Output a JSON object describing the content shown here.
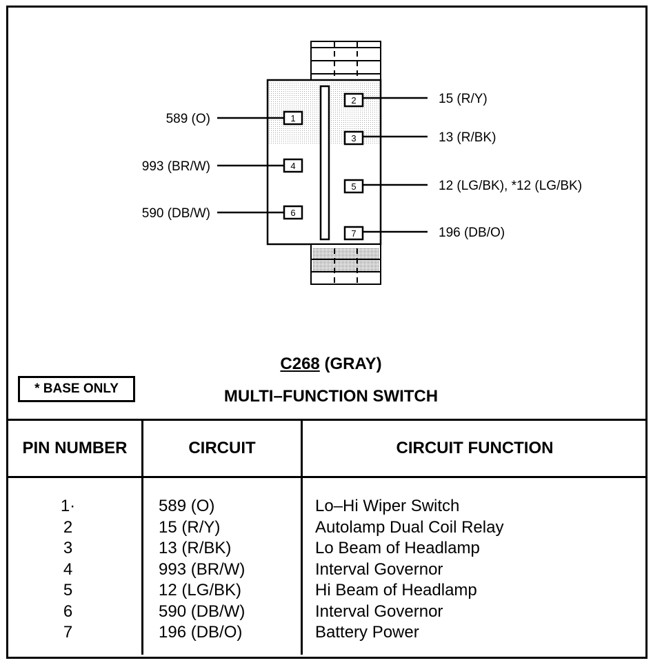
{
  "connector": {
    "id": "C268",
    "color_label": "(GRAY)",
    "name": "MULTI–FUNCTION SWITCH",
    "note": "* BASE ONLY"
  },
  "pins_diagram": [
    {
      "pin": "1",
      "label": "589 (O)",
      "side": "left"
    },
    {
      "pin": "4",
      "label": "993 (BR/W)",
      "side": "left"
    },
    {
      "pin": "6",
      "label": "590 (DB/W)",
      "side": "left"
    },
    {
      "pin": "2",
      "label": "15 (R/Y)",
      "side": "right"
    },
    {
      "pin": "3",
      "label": "13 (R/BK)",
      "side": "right"
    },
    {
      "pin": "5",
      "label": "12 (LG/BK), *12 (LG/BK)",
      "side": "right"
    },
    {
      "pin": "7",
      "label": "196 (DB/O)",
      "side": "right"
    }
  ],
  "table": {
    "headers": [
      "PIN NUMBER",
      "CIRCUIT",
      "CIRCUIT FUNCTION"
    ],
    "rows": [
      {
        "pin": "1·",
        "circuit": "589 (O)",
        "function": "Lo–Hi Wiper Switch"
      },
      {
        "pin": "2",
        "circuit": "15 (R/Y)",
        "function": "Autolamp Dual Coil Relay"
      },
      {
        "pin": "3",
        "circuit": "13 (R/BK)",
        "function": "Lo Beam of Headlamp"
      },
      {
        "pin": "4",
        "circuit": "993 (BR/W)",
        "function": "Interval Governor"
      },
      {
        "pin": "5",
        "circuit": "12 (LG/BK)",
        "function": "Hi Beam of Headlamp"
      },
      {
        "pin": "6",
        "circuit": "590 (DB/W)",
        "function": "Interval Governor"
      },
      {
        "pin": "7",
        "circuit": "196 (DB/O)",
        "function": "Battery Power"
      }
    ]
  }
}
